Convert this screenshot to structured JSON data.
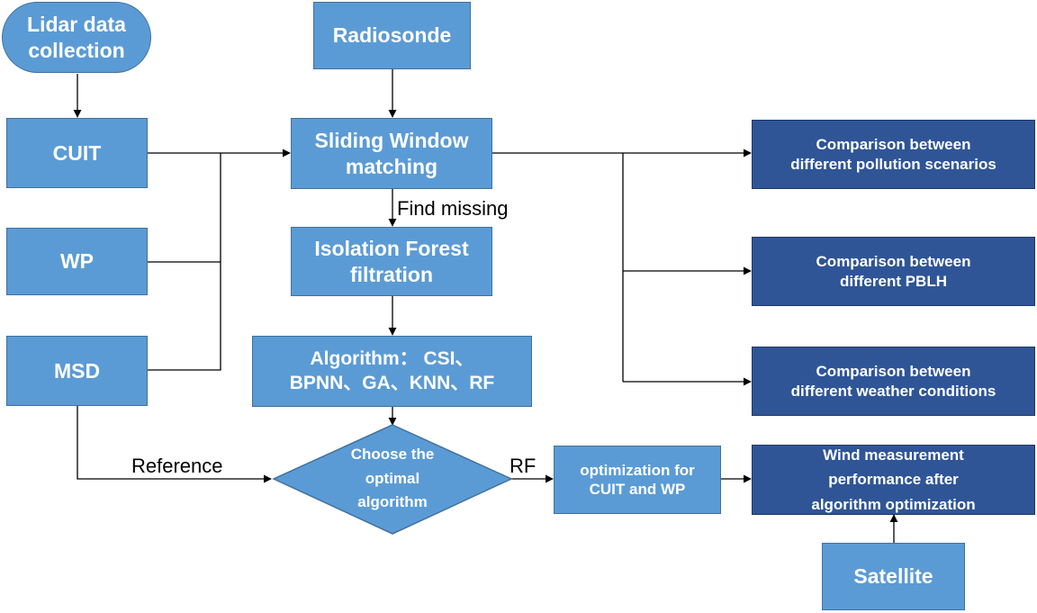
{
  "nodes": {
    "lidar": [
      "Lidar data",
      "collection"
    ],
    "radiosonde": [
      "Radiosonde"
    ],
    "cuit": [
      "CUIT"
    ],
    "wp": [
      "WP"
    ],
    "msd": [
      "MSD"
    ],
    "sliding": [
      "Sliding Window",
      "matching"
    ],
    "isolation": [
      "Isolation Forest",
      "filtration"
    ],
    "algorithm": [
      "Algorithm： CSI、",
      "BPNN、GA、KNN、RF"
    ],
    "choose": [
      "Choose the",
      "optimal",
      "algorithm"
    ],
    "optimization": [
      "optimization for",
      "CUIT and WP"
    ],
    "comp_pollution": [
      "Comparison between",
      "different pollution scenarios"
    ],
    "comp_pblh": [
      "Comparison between",
      "different PBLH"
    ],
    "comp_weather": [
      "Comparison between",
      "different weather conditions"
    ],
    "wind": [
      "Wind measurement",
      "performance after",
      "algorithm optimization"
    ],
    "satellite": [
      "Satellite"
    ]
  },
  "edge_labels": {
    "find_missing": "Find missing",
    "reference": "Reference",
    "rf": "RF"
  },
  "colors": {
    "light_fill": "#5b9bd5",
    "light_border": "#41719c",
    "dark_fill": "#2f5597",
    "dark_border": "#203864",
    "line": "#000000"
  }
}
